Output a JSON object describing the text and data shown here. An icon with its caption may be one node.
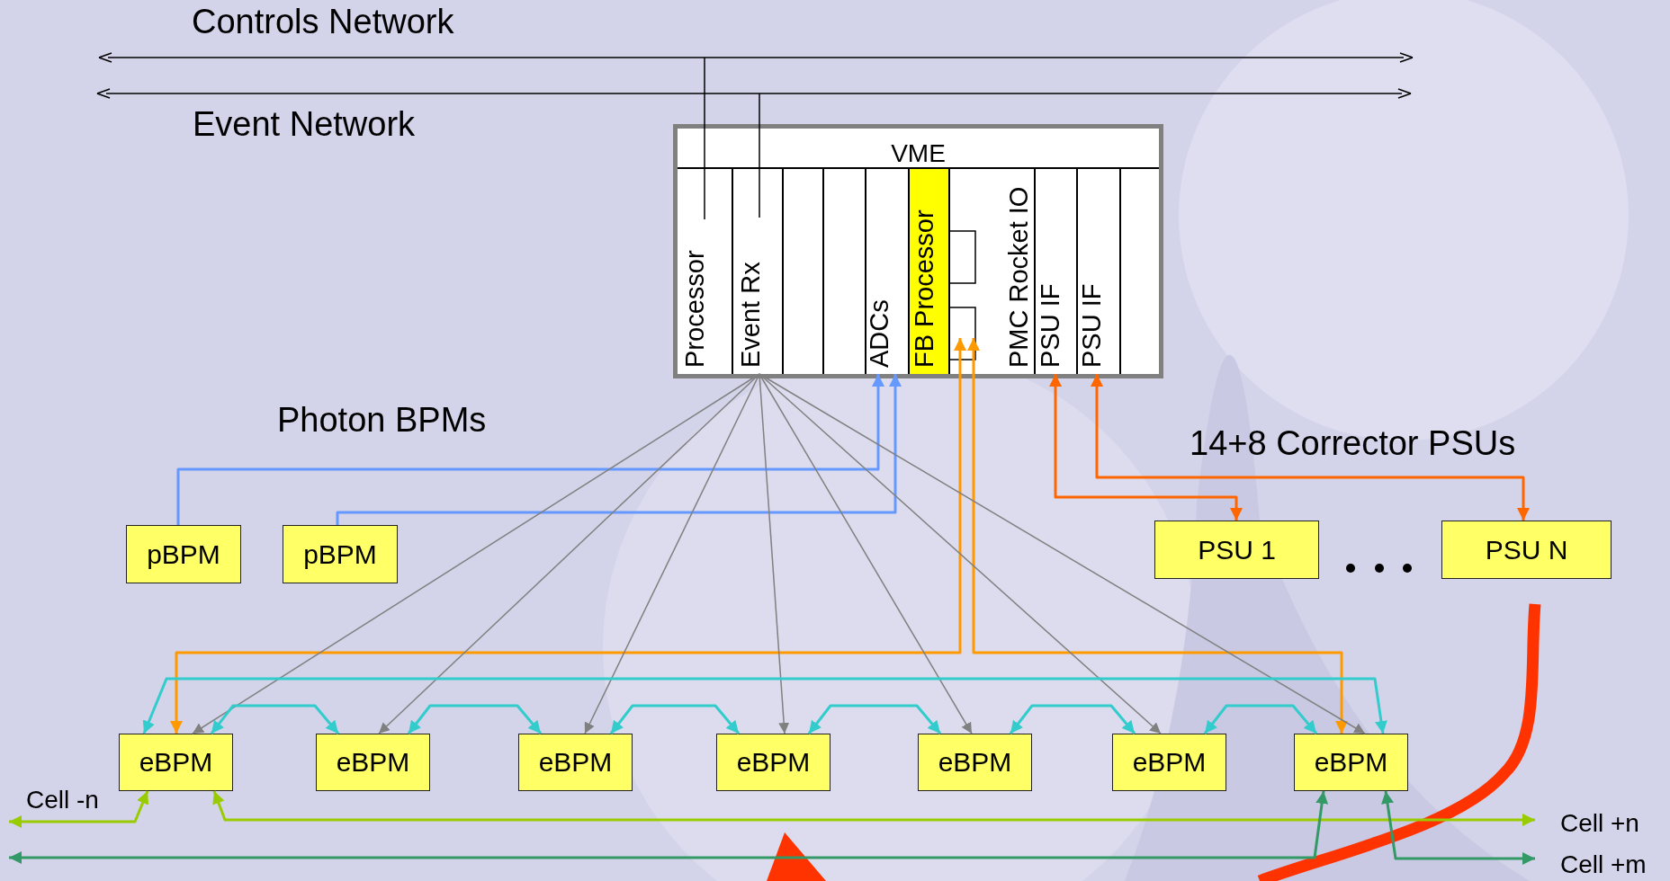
{
  "diagram": {
    "nodes": [
      {
        "text": [],
        "shape": "bar",
        "beside": [
          "Controls Network"
        ]
      },
      {
        "text": [],
        "shape": "bar",
        "beside": [
          "Event Network"
        ]
      },
      {
        "text": [
          "VME"
        ]
      },
      {
        "text": [
          "Processor"
        ],
        "in": 2
      },
      {
        "text": [
          "Event Rx"
        ],
        "in": 2
      },
      {
        "text": [],
        "shape": "box",
        "in": 2
      },
      {
        "text": [],
        "shape": "box",
        "in": 2
      },
      {
        "text": [
          "ADCs"
        ],
        "in": 2
      },
      {
        "text": [
          "FB Processor"
        ],
        "in": 2
      },
      {
        "text": [
          "PMC Rocket IO"
        ],
        "in": 2
      },
      {
        "text": [
          "PSU IF"
        ],
        "in": 2
      },
      {
        "text": [
          "PSU IF"
        ],
        "in": 2
      },
      {
        "text": [],
        "shape": "box",
        "in": 2
      },
      {
        "text": [
          "pBPM"
        ]
      },
      {
        "text": [
          "pBPM"
        ]
      },
      {
        "text": [
          "PSU 1"
        ]
      },
      {
        "text": [
          "PSU N"
        ]
      },
      {
        "text": [
          "eBPM"
        ]
      },
      {
        "text": [
          "eBPM"
        ]
      },
      {
        "text": [
          "eBPM"
        ]
      },
      {
        "text": [
          "eBPM"
        ]
      },
      {
        "text": [
          "eBPM"
        ]
      },
      {
        "text": [
          "eBPM"
        ]
      },
      {
        "text": [
          "eBPM"
        ]
      },
      {
        "text": [
          "Cell -n"
        ]
      },
      {
        "text": [
          "Cell +n"
        ]
      },
      {
        "text": [
          "Cell +m"
        ]
      }
    ],
    "edges": [
      {
        "from": 3,
        "to": 0,
        "arrow": "none",
        "color": "#000000"
      },
      {
        "from": 4,
        "to": 1,
        "arrow": "none",
        "color": "#000000"
      },
      {
        "from": 13,
        "to": 7,
        "arrow": "to",
        "color": "#6699ff"
      },
      {
        "from": 14,
        "to": 7,
        "arrow": "to",
        "color": "#6699ff"
      },
      {
        "from": 10,
        "to": 15,
        "arrow": "both",
        "color": "#ff6600"
      },
      {
        "from": 11,
        "to": 16,
        "arrow": "both",
        "color": "#ff6600"
      },
      {
        "from": 9,
        "to": 17,
        "arrow": "both",
        "color": "#ff9900"
      },
      {
        "from": 9,
        "to": 23,
        "arrow": "both",
        "color": "#ff9900"
      },
      {
        "from": 4,
        "to": 17,
        "arrow": "to",
        "color": "#808080"
      },
      {
        "from": 4,
        "to": 18,
        "arrow": "to",
        "color": "#808080"
      },
      {
        "from": 4,
        "to": 19,
        "arrow": "to",
        "color": "#808080"
      },
      {
        "from": 4,
        "to": 20,
        "arrow": "to",
        "color": "#808080"
      },
      {
        "from": 4,
        "to": 21,
        "arrow": "to",
        "color": "#808080"
      },
      {
        "from": 4,
        "to": 22,
        "arrow": "to",
        "color": "#808080"
      },
      {
        "from": 4,
        "to": 23,
        "arrow": "to",
        "color": "#808080"
      },
      {
        "from": 17,
        "to": 23,
        "arrow": "both",
        "color": "#33cccc"
      },
      {
        "from": 17,
        "to": 18,
        "arrow": "both",
        "color": "#33cccc"
      },
      {
        "from": 18,
        "to": 19,
        "arrow": "both",
        "color": "#33cccc"
      },
      {
        "from": 19,
        "to": 20,
        "arrow": "both",
        "color": "#33cccc"
      },
      {
        "from": 20,
        "to": 21,
        "arrow": "both",
        "color": "#33cccc"
      },
      {
        "from": 21,
        "to": 22,
        "arrow": "both",
        "color": "#33cccc"
      },
      {
        "from": 22,
        "to": 23,
        "arrow": "both",
        "color": "#33cccc"
      },
      {
        "from": 17,
        "to": 24,
        "arrow": "both",
        "color": "#99cc00"
      },
      {
        "from": 17,
        "to": 25,
        "arrow": "both",
        "color": "#99cc00"
      },
      {
        "from": 23,
        "to": 24,
        "arrow": "both",
        "color": "#339966"
      },
      {
        "from": 23,
        "to": 26,
        "arrow": "both",
        "color": "#339966"
      }
    ],
    "labels": [
      "Photon BPMs",
      "14+8 Corrector PSUs"
    ]
  }
}
